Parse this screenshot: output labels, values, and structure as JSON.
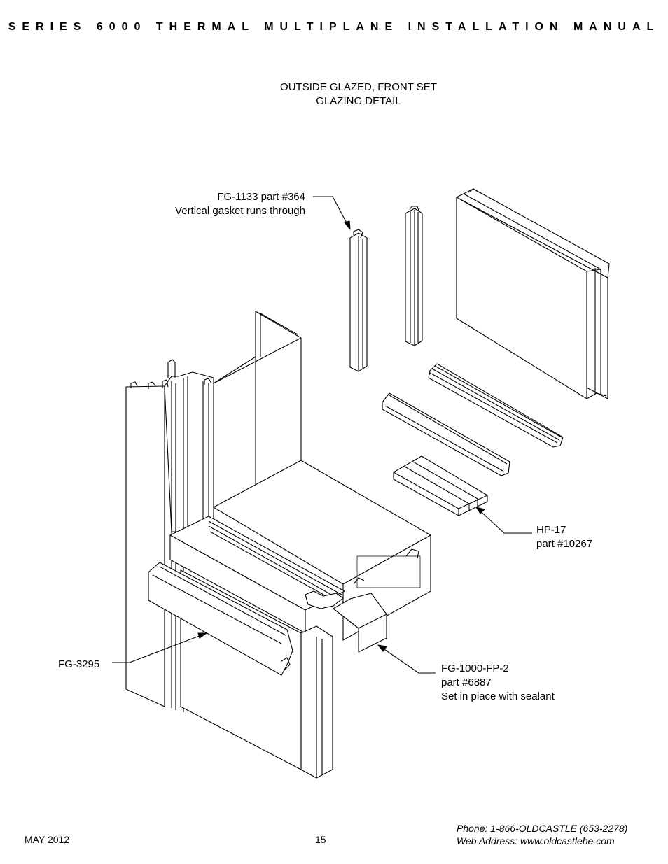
{
  "header": "SERIES 6000 THERMAL MULTIPLANE INSTALLATION MANUAL",
  "title": {
    "line1": "OUTSIDE GLAZED, FRONT SET",
    "line2": "GLAZING DETAIL"
  },
  "callouts": {
    "fg1133": {
      "line1": "FG-1133 part #364",
      "line2": "Vertical gasket runs through"
    },
    "hp17": {
      "line1": "HP-17",
      "line2": "part #10267"
    },
    "fg3295": {
      "line1": "FG-3295"
    },
    "fg1000": {
      "line1": "FG-1000-FP-2",
      "line2": "part #6887",
      "line3": "Set in place with sealant"
    }
  },
  "footer": {
    "date": "MAY 2012",
    "page": "15",
    "phone": "Phone: 1-866-OLDCASTLE (653-2278)",
    "web": "Web Address: www.oldcastlebe.com"
  }
}
